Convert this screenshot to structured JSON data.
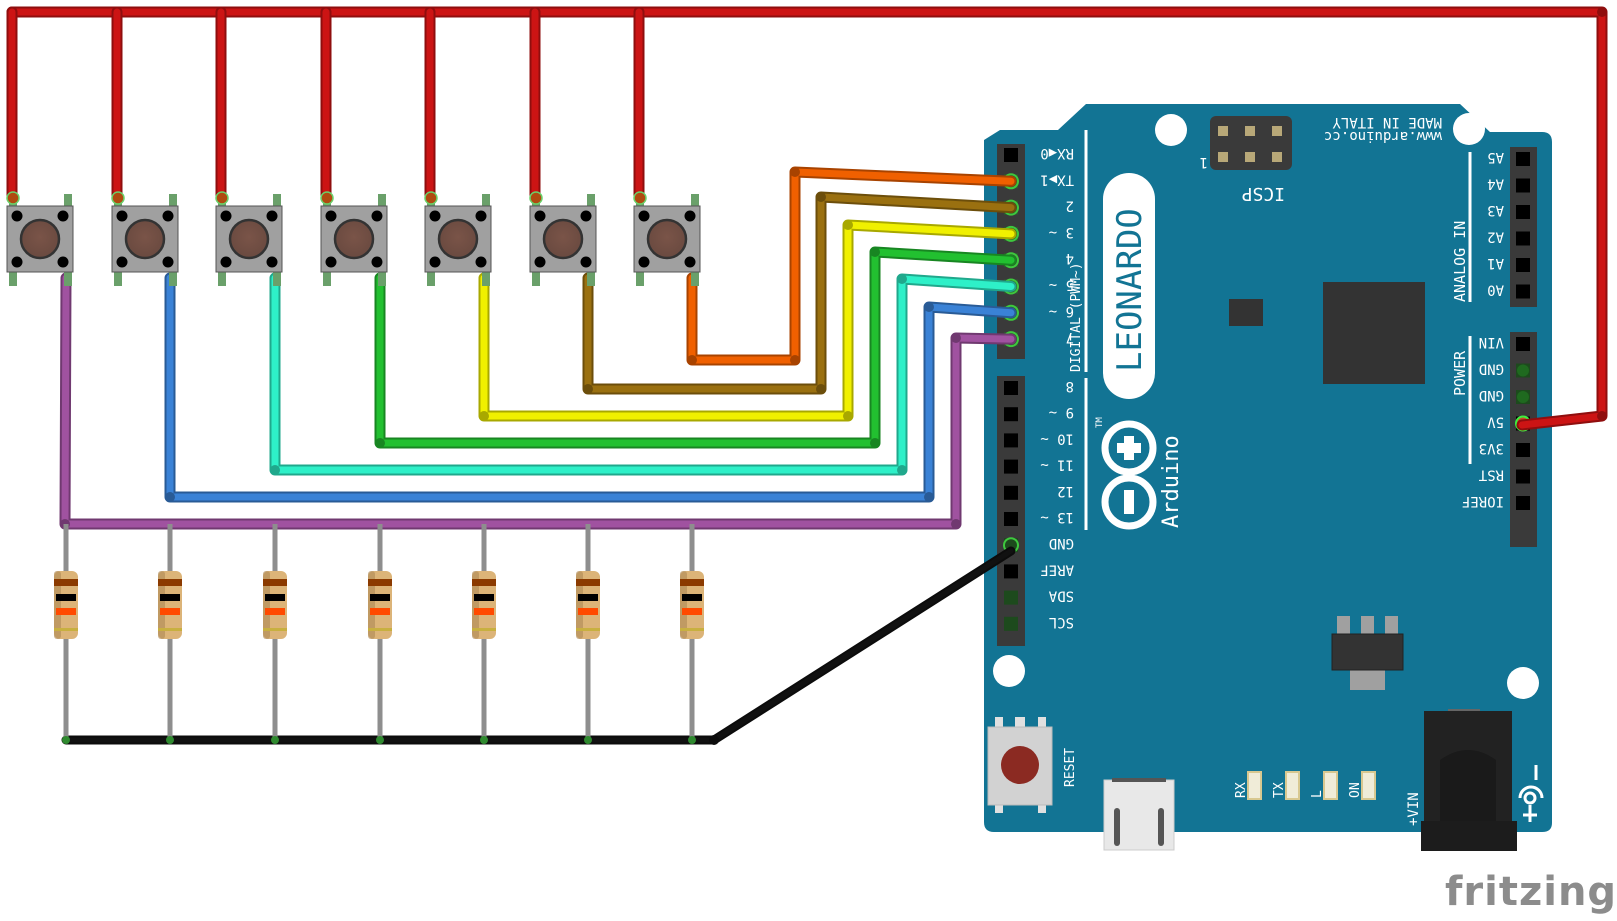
{
  "diagram": {
    "tool": "fritzing",
    "board": {
      "name": "LEONARDO",
      "brand": "Arduino",
      "made_in": "MADE IN ITALY",
      "url": "www.arduino.cc",
      "icsp_label": "ICSP",
      "icsp_pin1": "1",
      "digital_header_label": "DIGITAL (PWM~)",
      "analog_header_label": "ANALOG IN",
      "power_header_label": "POWER",
      "reset_label": "RESET",
      "vin_label": "+VIN",
      "colors": {
        "pcb": "#127494",
        "header": "#3a3a3a",
        "chip": "#333333"
      },
      "digital_pins": [
        {
          "label": "RX◀0",
          "connected": false
        },
        {
          "label": "TX▶1",
          "connected": true
        },
        {
          "label": "2",
          "connected": true
        },
        {
          "label": "3 ~",
          "connected": true
        },
        {
          "label": "4",
          "connected": true
        },
        {
          "label": "5 ~",
          "connected": true
        },
        {
          "label": "6 ~",
          "connected": true
        },
        {
          "label": "7",
          "connected": true
        }
      ],
      "digital_pins_2": [
        {
          "label": "8",
          "connected": false
        },
        {
          "label": "9 ~",
          "connected": false
        },
        {
          "label": "10 ~",
          "connected": false
        },
        {
          "label": "11 ~",
          "connected": false
        },
        {
          "label": "12",
          "connected": false
        },
        {
          "label": "13 ~",
          "connected": false
        },
        {
          "label": "GND",
          "connected": true
        },
        {
          "label": "AREF",
          "connected": false
        },
        {
          "label": "SDA",
          "connected": false
        },
        {
          "label": "SCL",
          "connected": false
        }
      ],
      "analog_pins": [
        "A5",
        "A4",
        "A3",
        "A2",
        "A1",
        "A0"
      ],
      "power_pins": [
        {
          "label": "VIN",
          "connected": false
        },
        {
          "label": "GND",
          "connected": false
        },
        {
          "label": "GND",
          "connected": false
        },
        {
          "label": "5V",
          "connected": true
        },
        {
          "label": "3V3",
          "connected": false
        },
        {
          "label": "RST",
          "connected": false
        },
        {
          "label": "IOREF",
          "connected": false
        }
      ],
      "leds": [
        "RX",
        "TX",
        "L",
        "ON"
      ]
    },
    "buttons": [
      {
        "id": "button-1",
        "to_pin": "7",
        "wire_color": "#a052a0"
      },
      {
        "id": "button-2",
        "to_pin": "6",
        "wire_color": "#3a82d6"
      },
      {
        "id": "button-3",
        "to_pin": "5",
        "wire_color": "#2ef0c8"
      },
      {
        "id": "button-4",
        "to_pin": "4",
        "wire_color": "#22c030"
      },
      {
        "id": "button-5",
        "to_pin": "3",
        "wire_color": "#f0f000"
      },
      {
        "id": "button-6",
        "to_pin": "2",
        "wire_color": "#9a7010"
      },
      {
        "id": "button-7",
        "to_pin": "1",
        "wire_color": "#f06000"
      }
    ],
    "resistor": {
      "value": "10kΩ",
      "bands": [
        "#8b3a00",
        "#000000",
        "#ff4a00",
        "#c8b040"
      ],
      "count": 7
    },
    "power_wire_color": "#cc1414",
    "ground_wire_color": "#111111",
    "watermark": "fritzing"
  }
}
